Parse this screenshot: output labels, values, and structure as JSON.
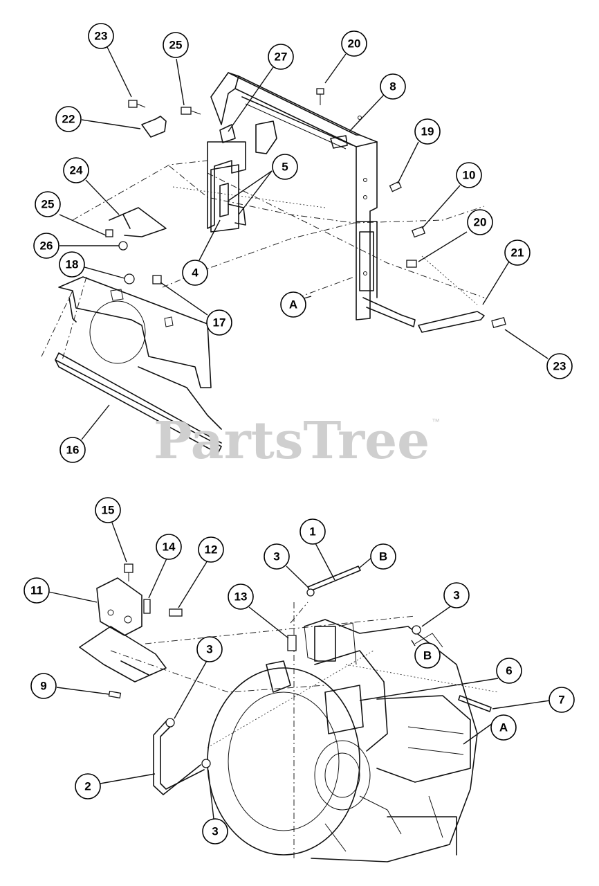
{
  "watermark": {
    "text": "PartsTree",
    "trademark": "™"
  },
  "callouts": [
    {
      "id": "c23a",
      "label": "23"
    },
    {
      "id": "c25a",
      "label": "25"
    },
    {
      "id": "c27",
      "label": "27"
    },
    {
      "id": "c20a",
      "label": "20"
    },
    {
      "id": "c8",
      "label": "8"
    },
    {
      "id": "c22",
      "label": "22"
    },
    {
      "id": "c19",
      "label": "19"
    },
    {
      "id": "c24",
      "label": "24"
    },
    {
      "id": "c5",
      "label": "5"
    },
    {
      "id": "c10",
      "label": "10"
    },
    {
      "id": "c25b",
      "label": "25"
    },
    {
      "id": "c20b",
      "label": "20"
    },
    {
      "id": "c26",
      "label": "26"
    },
    {
      "id": "c21",
      "label": "21"
    },
    {
      "id": "c18",
      "label": "18"
    },
    {
      "id": "c4",
      "label": "4"
    },
    {
      "id": "cA1",
      "label": "A"
    },
    {
      "id": "c17",
      "label": "17"
    },
    {
      "id": "c23b",
      "label": "23"
    },
    {
      "id": "c16",
      "label": "16"
    },
    {
      "id": "c15",
      "label": "15"
    },
    {
      "id": "c1",
      "label": "1"
    },
    {
      "id": "c14",
      "label": "14"
    },
    {
      "id": "c12",
      "label": "12"
    },
    {
      "id": "c3a",
      "label": "3"
    },
    {
      "id": "cB1",
      "label": "B"
    },
    {
      "id": "c11",
      "label": "11"
    },
    {
      "id": "c13",
      "label": "13"
    },
    {
      "id": "c3b",
      "label": "3"
    },
    {
      "id": "c3c",
      "label": "3"
    },
    {
      "id": "cB2",
      "label": "B"
    },
    {
      "id": "c6",
      "label": "6"
    },
    {
      "id": "c9",
      "label": "9"
    },
    {
      "id": "c7",
      "label": "7"
    },
    {
      "id": "cA2",
      "label": "A"
    },
    {
      "id": "c2",
      "label": "2"
    },
    {
      "id": "c3d",
      "label": "3"
    }
  ]
}
